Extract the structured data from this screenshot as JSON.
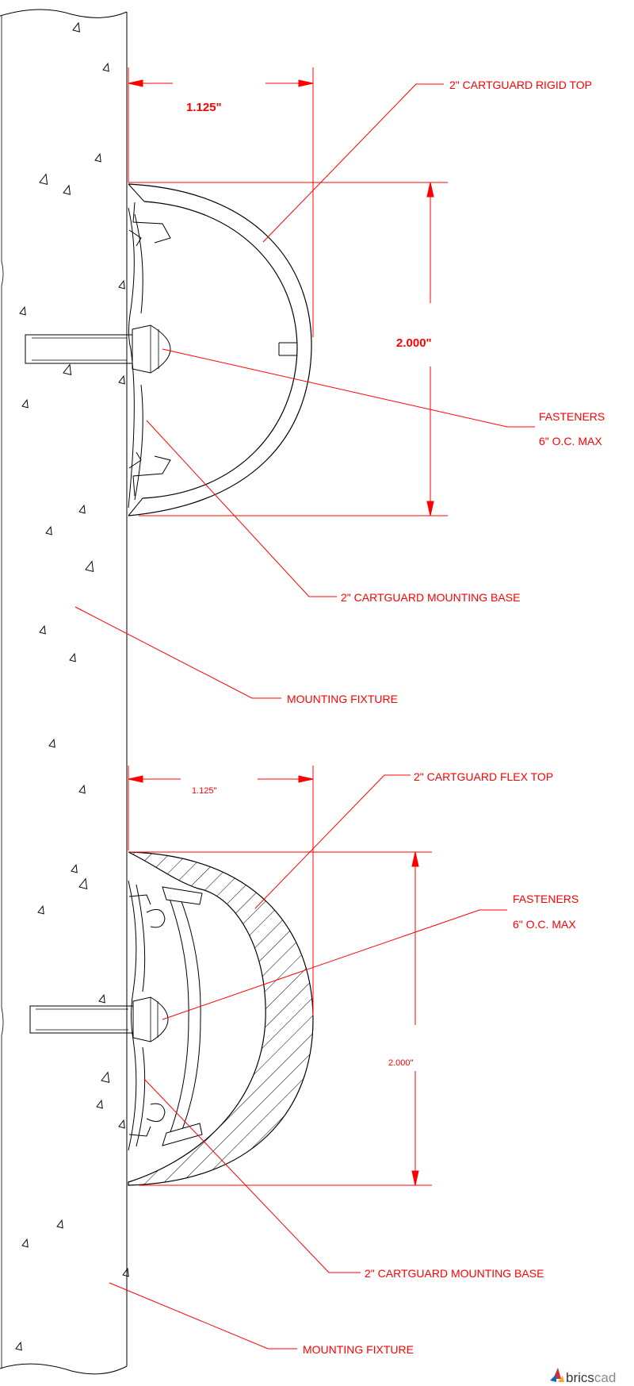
{
  "colors": {
    "annotation": "#ff0000",
    "linework": "#000000",
    "background": "#ffffff"
  },
  "details": [
    {
      "top_label": "2\" CARTGUARD RIGID TOP",
      "width_dim": "1.125\"",
      "height_dim": "2.000\"",
      "fasteners_line1": "FASTENERS",
      "fasteners_line2": "6\" O.C. MAX",
      "base_label": "2\" CARTGUARD MOUNTING BASE",
      "fixture_label": "MOUNTING FIXTURE"
    },
    {
      "top_label": "2\" CARTGUARD FLEX TOP",
      "width_dim": "1.125\"",
      "height_dim": "2.000\"",
      "fasteners_line1": "FASTENERS",
      "fasteners_line2": "6\" O.C. MAX",
      "base_label": "2\" CARTGUARD MOUNTING BASE",
      "fixture_label": "MOUNTING FIXTURE"
    }
  ],
  "watermark": {
    "brand_part1": "brics",
    "brand_part2": "cad",
    "icon": "bricscad-logo-icon"
  }
}
